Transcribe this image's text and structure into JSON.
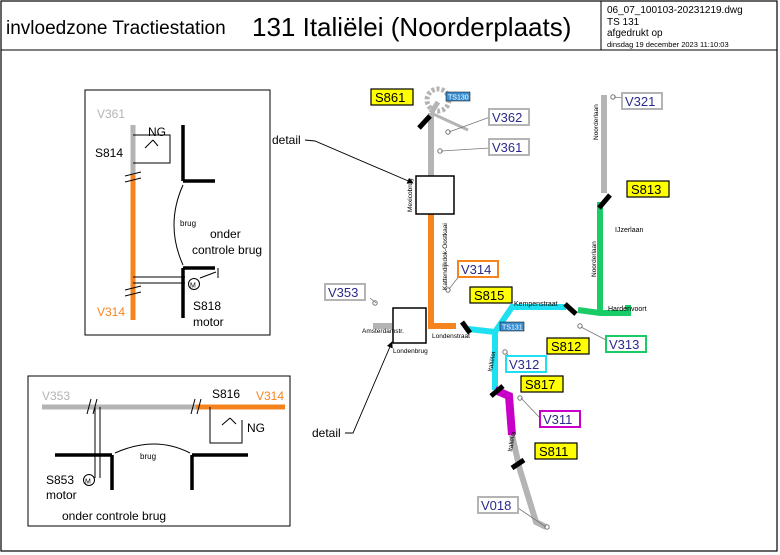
{
  "header": {
    "title_prefix": "invloedzone Tractiestation",
    "title_main": "131 Italiëlei (Noorderplaats)",
    "file": "06_07_100103-20231219.dwg",
    "station": "TS 131",
    "printed_label": "afgedrukt op",
    "printed_date": "dinsdag 19 december 2023 11:10:03"
  },
  "colors": {
    "gray": "#b4b4b4",
    "orange": "#f5841f",
    "cyan": "#1fe0f0",
    "magenta": "#c800c8",
    "green": "#19cc66",
    "label_yellow": "#ffff00",
    "ts_badge": "#3a8fd0"
  },
  "detail1": {
    "v361": "V361",
    "ng": "NG",
    "s814": "S814",
    "brug": "brug",
    "onder": "onder",
    "controle_brug": "controle brug",
    "s818": "S818",
    "motor": "motor",
    "v314": "V314"
  },
  "detail2": {
    "v353": "V353",
    "s816": "S816",
    "v314": "V314",
    "ng": "NG",
    "brug": "brug",
    "s853": "S853",
    "motor": "motor",
    "onder_controle": "onder controle brug"
  },
  "map": {
    "detail_top": "detail",
    "detail_bottom": "detail",
    "switches": {
      "s861": "S861",
      "s813": "S813",
      "s815": "S815",
      "s812": "S812",
      "s817": "S817",
      "s811": "S811"
    },
    "sections": {
      "v362": "V362",
      "v361": "V361",
      "v321": "V321",
      "v314": "V314",
      "v353": "V353",
      "v313": "V313",
      "v312": "V312",
      "v311": "V311",
      "v018": "V018"
    },
    "ts_badges": [
      "TS130",
      "TS131"
    ],
    "streets": {
      "noorderlaan_top": "Noorderlaan",
      "ijzerlaan": "IJzerlaan",
      "noorderlaan_mid": "Noorderlaan",
      "hardenvoort": "Hardenvoort",
      "kempenstraat": "Kempenstraat",
      "mexicobrug": "Mexicobrug",
      "kattendijkdok": "Kattendijkdok-Oostkaai",
      "londenstraat": "Londenstraat",
      "amsterdamstr": "Amsterdamstr.",
      "londenbrug": "Londenbrug",
      "italielei1": "Italiëlei",
      "italielei2": "Italiëlei"
    }
  }
}
